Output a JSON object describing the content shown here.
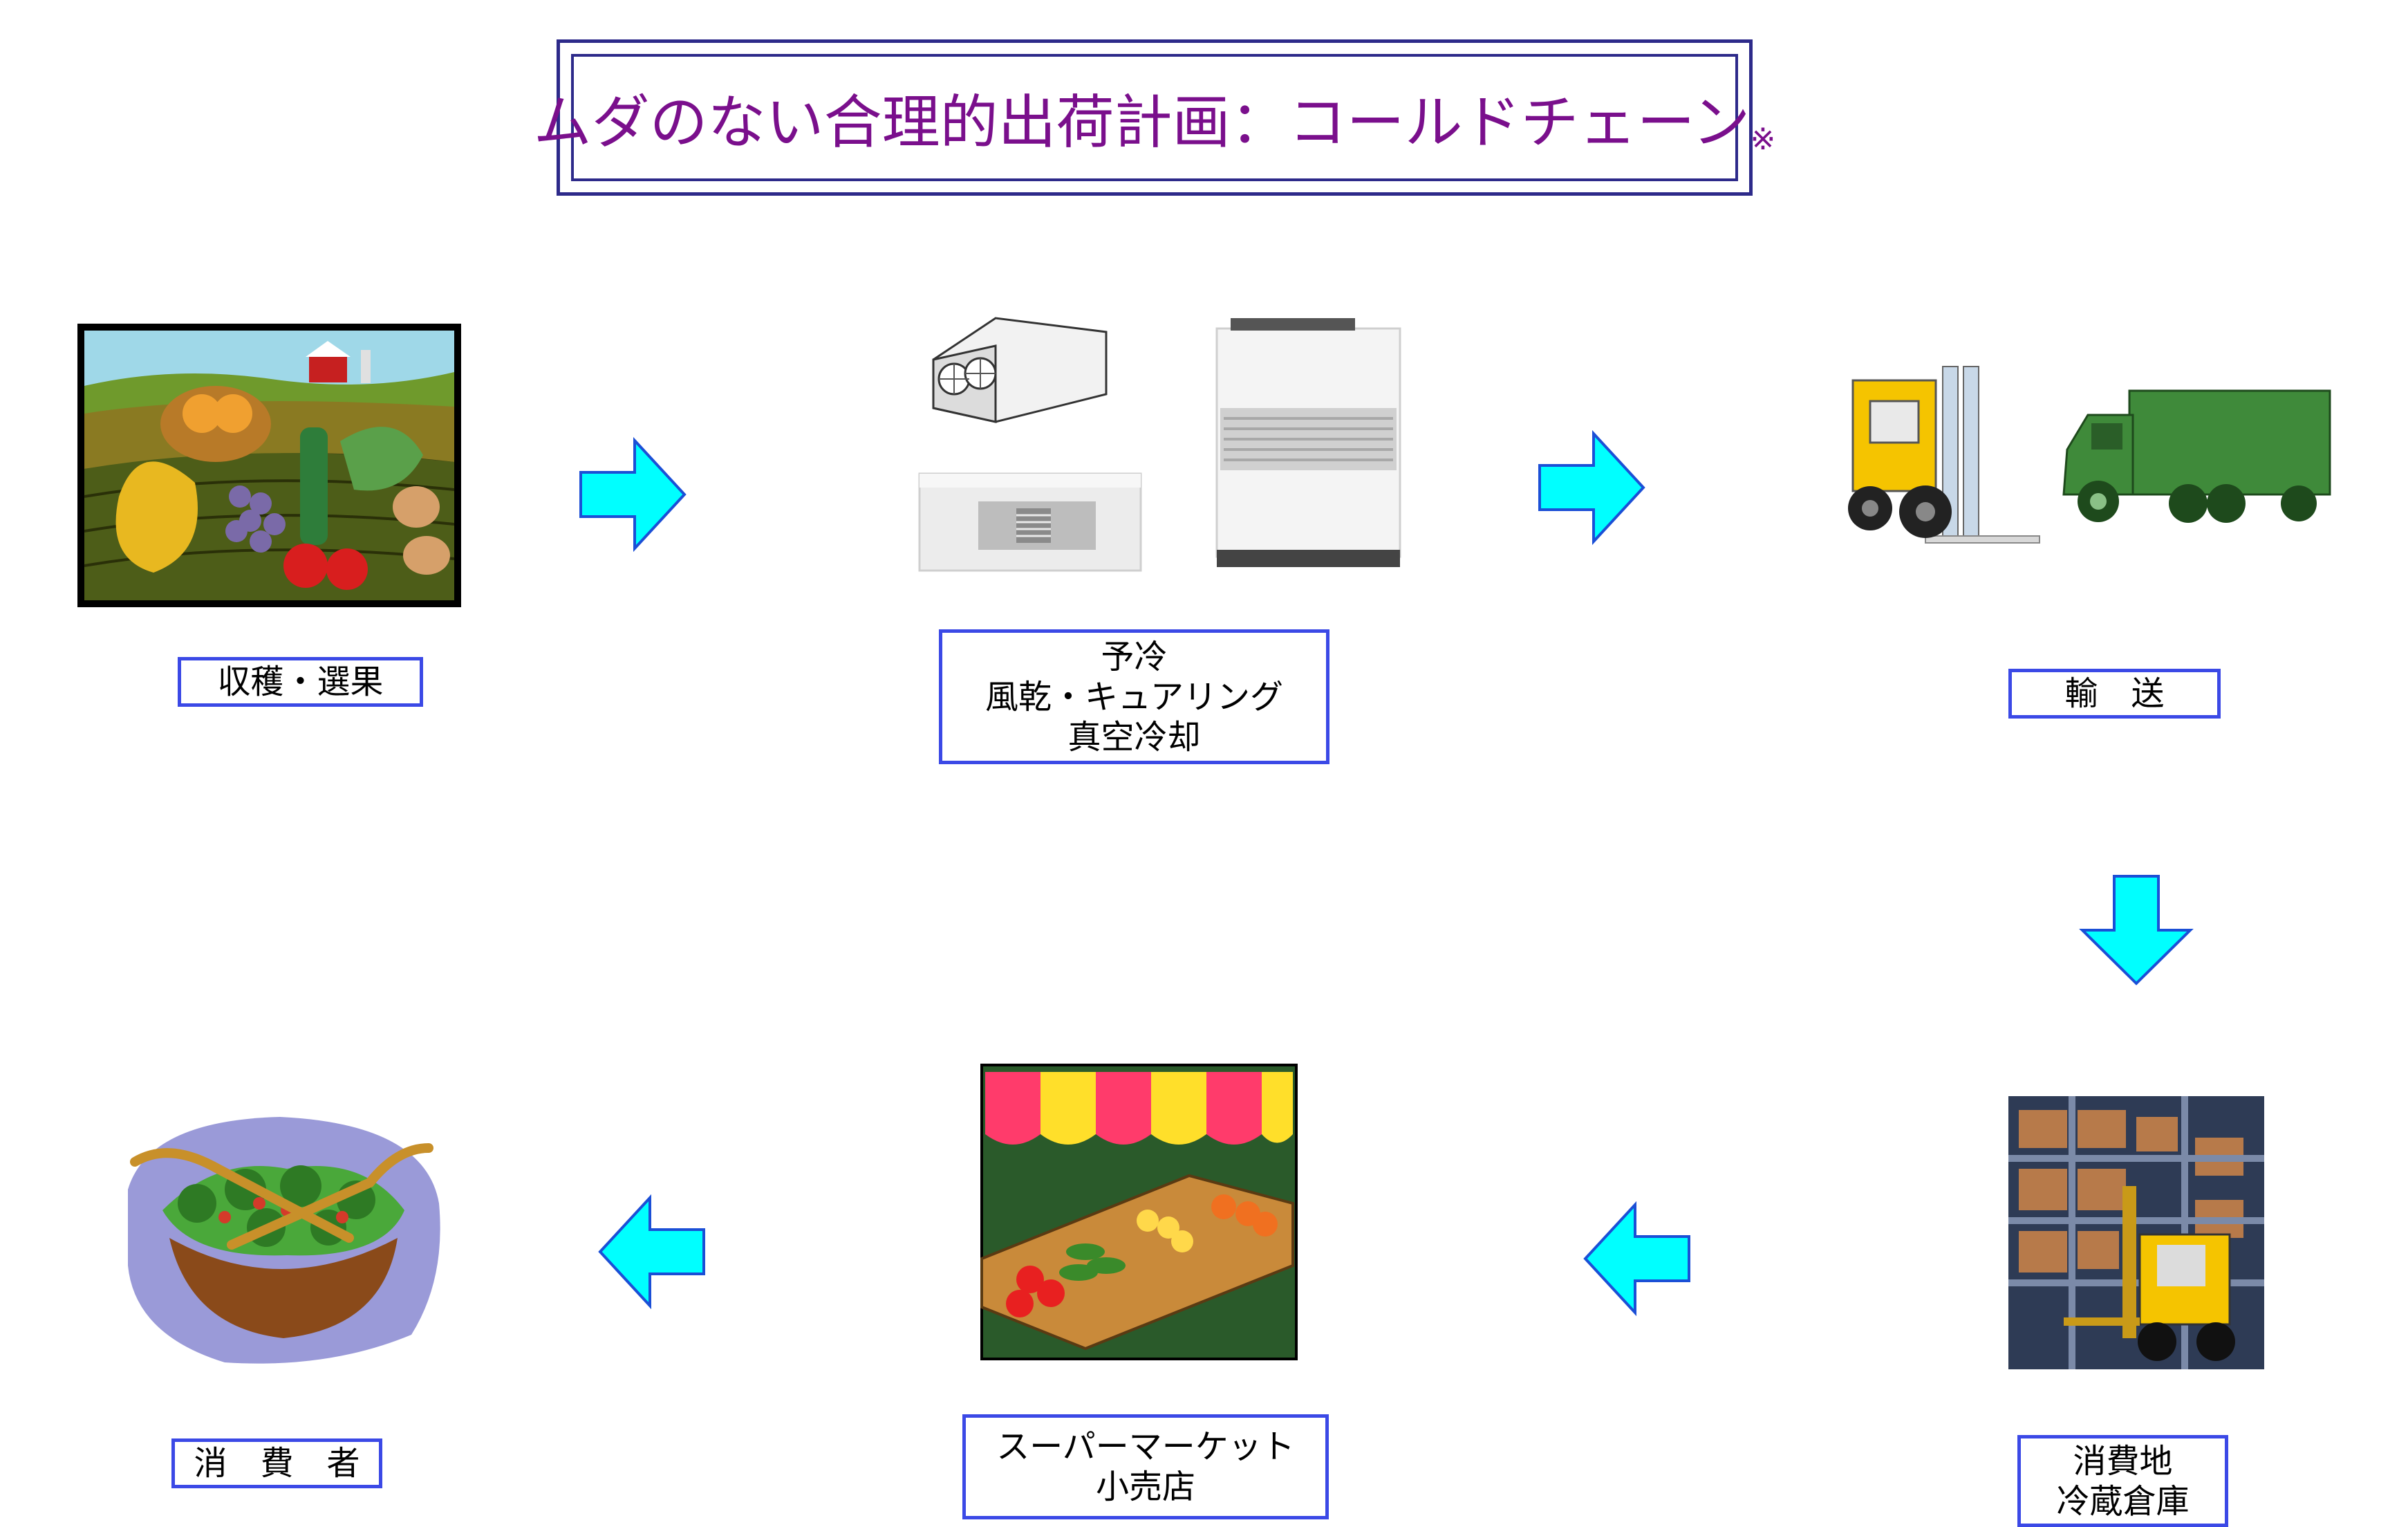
{
  "title": {
    "text": "ムダのない合理的出荷計画：コールドチェーン",
    "note": "※"
  },
  "steps": [
    {
      "id": "harvest",
      "lines": [
        "収穫・選果"
      ],
      "icon": "farm-produce-illustration"
    },
    {
      "id": "precool",
      "lines": [
        "予冷",
        "風乾・キュアリング",
        "真空冷却"
      ],
      "icon": "refrigeration-units-illustration"
    },
    {
      "id": "transport",
      "lines": [
        "輸　送"
      ],
      "icon": "forklift-and-truck-illustration"
    },
    {
      "id": "storage",
      "lines": [
        "消費地",
        "冷蔵倉庫"
      ],
      "icon": "warehouse-forklift-illustration"
    },
    {
      "id": "retail",
      "lines": [
        "スーパーマーケット",
        "小売店"
      ],
      "icon": "market-stall-illustration"
    },
    {
      "id": "consumer",
      "lines": [
        "消　費　者"
      ],
      "icon": "salad-bowl-illustration"
    }
  ],
  "colors": {
    "title_text": "#7a0f8c",
    "title_border": "#2d2a8a",
    "label_border": "#3b49e6",
    "arrow_fill": "#00ffff",
    "arrow_stroke": "#1b4fd6"
  }
}
